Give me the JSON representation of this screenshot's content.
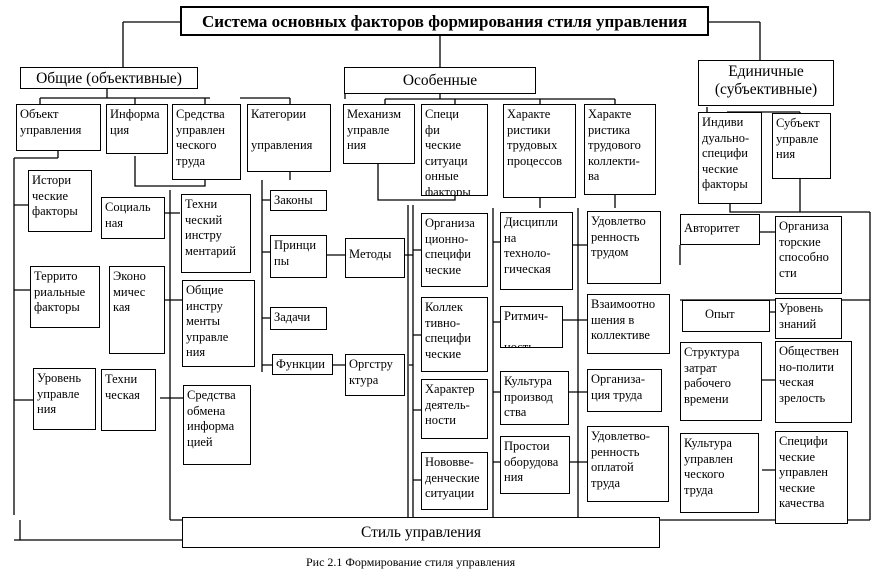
{
  "title": "Система основных факторов формирования стиля управления",
  "groups": {
    "general": "Общие (объективные)",
    "special": "Особенные",
    "single": "Единичные\n(субъективные)"
  },
  "general": {
    "object": "Объект\nуправления",
    "info": "Информа\nция",
    "means": "Средства\nуправлен\nческого\nтруда",
    "categories": "Категории\n\nуправления",
    "historical": "Истори\nческие\nфакторы",
    "territorial": "Террито\nриальные\nфакторы",
    "level": "Уровень\nуправле\nния",
    "social": "Социаль\nная",
    "economic": "Эконо\nмичес\nкая",
    "technical": "Техни\nческая",
    "tech_tools": "Техни\nческий\nинстру\nментарий",
    "general_tools": "Общие\nинстру\nменты\nуправле\nния",
    "exchange": "Средства\nобмена\nинформа\nцией",
    "laws": "Законы",
    "principles": "Принци\nпы",
    "methods": "Методы",
    "tasks": "Задачи",
    "functions": "Функции",
    "orgstructure": "Оргстру\nктура"
  },
  "special": {
    "mechanism": "Механизм\nуправле\nния",
    "specific": "Специ\nфи\nческие\nситуаци\nонные\nфакторы",
    "labor_proc": "Характе\nристики\nтрудовых\nпроцессов",
    "labor_coll": "Характе\nристика\nтрудового\nколлекти-\nва",
    "org_spec": "Организа\nционно-\nспецифи\nческие",
    "coll_spec": "Коллек\nтивно-\nспецифи\nческие",
    "activity": "Характер\nдеятель-\nности",
    "innovation": "Нововве-\nденческие\nситуации",
    "discipline": "Дисципли\nна\nтехноло-\nгическая",
    "rhythm": "Ритмич-\n\nность",
    "prod_culture": "Культура\nпроизвод\nства",
    "downtime": "Простои\nоборудова\nния",
    "satisfaction": "Удовлетво\nренность\nтрудом",
    "relations": "Взаимоотно\nшения в\nколлективе",
    "org_labor": "Организа-\nция труда",
    "pay_satisfaction": "Удовлетво-\nренность\nоплатой\nтруда"
  },
  "single": {
    "individual": "Индиви\nдуально-\nспецифи\nческие\nфакторы",
    "subject": "Субъект\nуправле\nния",
    "authority": "Авторитет",
    "org_ability": "Организа\nторские\nспособно\nсти",
    "experience": "Опыт",
    "knowledge": "Уровень\nзнаний",
    "time_structure": "Структура\nзатрат\nрабочего\nвремени",
    "maturity": "Обществен\nно-полити\nческая\nзрелость",
    "mgmt_culture": "Культура\nуправлен\nческого\nтруда",
    "qualities": "Специфи\nческие\nуправлен\nческие\nкачества"
  },
  "result": "Стиль управления",
  "caption": "Рис 2.1  Формирование стиля управления"
}
